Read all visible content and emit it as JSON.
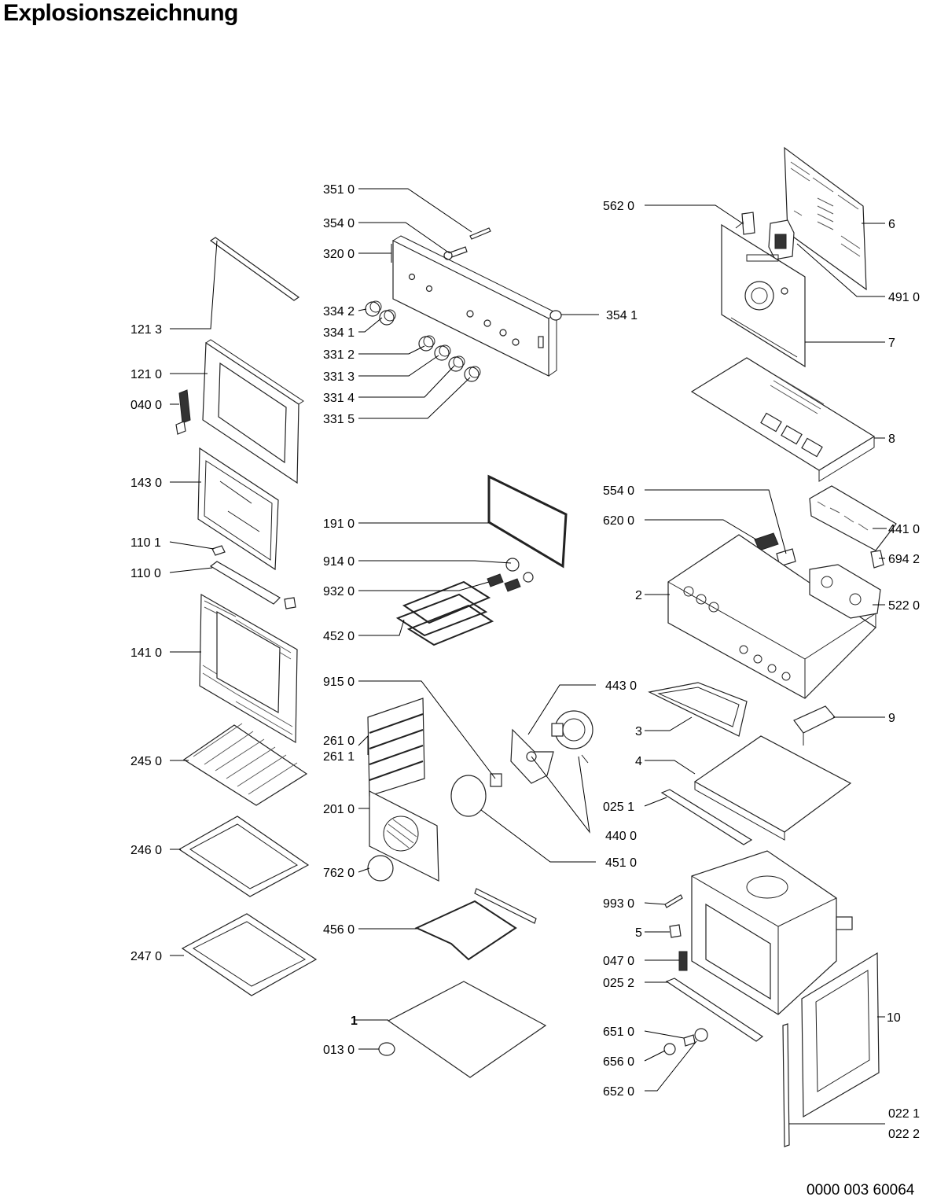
{
  "header": {
    "title": "Explosionszeichnung"
  },
  "footer": {
    "document_number": "0000 003 60064"
  },
  "callouts": [
    {
      "id": "c3510",
      "text": "351 0"
    },
    {
      "id": "c3540",
      "text": "354 0"
    },
    {
      "id": "c3200",
      "text": "320 0"
    },
    {
      "id": "c3342",
      "text": "334 2"
    },
    {
      "id": "c3341",
      "text": "334 1"
    },
    {
      "id": "c3312",
      "text": "331 2"
    },
    {
      "id": "c3313",
      "text": "331 3"
    },
    {
      "id": "c3314",
      "text": "331 4"
    },
    {
      "id": "c3315",
      "text": "331 5"
    },
    {
      "id": "c3541",
      "text": "354 1"
    },
    {
      "id": "c5620",
      "text": "562 0"
    },
    {
      "id": "c6",
      "text": "6"
    },
    {
      "id": "c4910",
      "text": "491 0"
    },
    {
      "id": "c7",
      "text": "7"
    },
    {
      "id": "c8",
      "text": "8"
    },
    {
      "id": "c1213",
      "text": "121 3"
    },
    {
      "id": "c1210",
      "text": "121 0"
    },
    {
      "id": "c0400",
      "text": "040 0"
    },
    {
      "id": "c1430",
      "text": "143 0"
    },
    {
      "id": "c1101",
      "text": "110 1"
    },
    {
      "id": "c1100",
      "text": "110 0"
    },
    {
      "id": "c1410",
      "text": "141 0"
    },
    {
      "id": "c2450",
      "text": "245 0"
    },
    {
      "id": "c2460",
      "text": "246 0"
    },
    {
      "id": "c2470",
      "text": "247 0"
    },
    {
      "id": "c1910",
      "text": "191 0"
    },
    {
      "id": "c9140",
      "text": "914 0"
    },
    {
      "id": "c9320",
      "text": "932 0"
    },
    {
      "id": "c4520",
      "text": "452 0"
    },
    {
      "id": "c9150",
      "text": "915 0"
    },
    {
      "id": "c2610",
      "text": "261 0"
    },
    {
      "id": "c2611",
      "text": "261 1"
    },
    {
      "id": "c2010",
      "text": "201 0"
    },
    {
      "id": "c7620",
      "text": "762 0"
    },
    {
      "id": "c4560",
      "text": "456 0"
    },
    {
      "id": "c1",
      "text": "1"
    },
    {
      "id": "c0130",
      "text": "013 0"
    },
    {
      "id": "c5540",
      "text": "554 0"
    },
    {
      "id": "c6200",
      "text": "620 0"
    },
    {
      "id": "c4410",
      "text": "441 0"
    },
    {
      "id": "c6942",
      "text": "694 2"
    },
    {
      "id": "c2",
      "text": "2"
    },
    {
      "id": "c5220",
      "text": "522 0"
    },
    {
      "id": "c4430",
      "text": "443 0"
    },
    {
      "id": "c3",
      "text": "3"
    },
    {
      "id": "c9",
      "text": "9"
    },
    {
      "id": "c4",
      "text": "4"
    },
    {
      "id": "c0251",
      "text": "025 1"
    },
    {
      "id": "c4400",
      "text": "440 0"
    },
    {
      "id": "c4510",
      "text": "451 0"
    },
    {
      "id": "c9930",
      "text": "993 0"
    },
    {
      "id": "c5",
      "text": "5"
    },
    {
      "id": "c0470",
      "text": "047 0"
    },
    {
      "id": "c0252",
      "text": "025 2"
    },
    {
      "id": "c10",
      "text": "10"
    },
    {
      "id": "c6510",
      "text": "651 0"
    },
    {
      "id": "c6560",
      "text": "656 0"
    },
    {
      "id": "c6520",
      "text": "652 0"
    },
    {
      "id": "c0221",
      "text": "022 1"
    },
    {
      "id": "c0222",
      "text": "022 2"
    }
  ]
}
